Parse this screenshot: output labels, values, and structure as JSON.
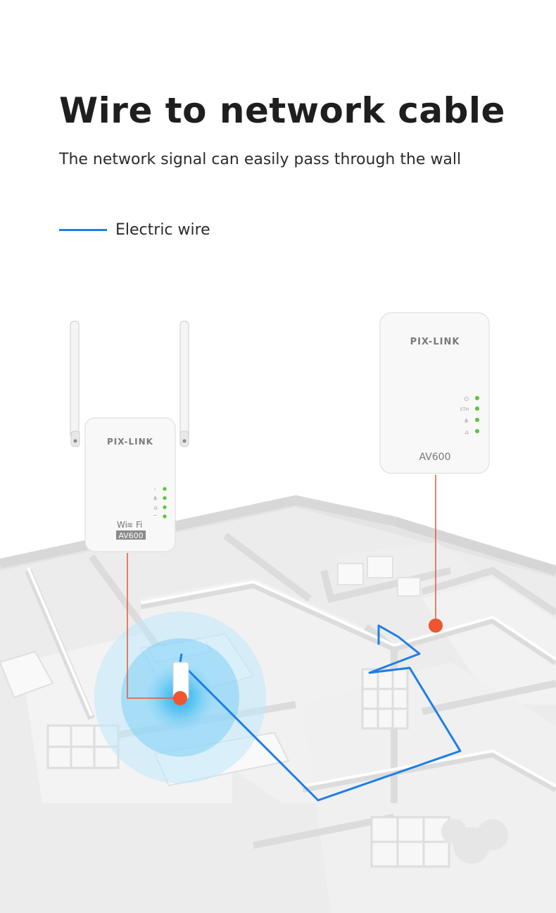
{
  "header": {
    "title": "Wire to network cable",
    "subtitle": "The network signal can easily pass through the wall"
  },
  "legend": {
    "label": "Electric wire",
    "color": "#1e7ee8"
  },
  "devices": {
    "wifi_extender": {
      "brand": "PIX-LINK",
      "wifi_text": "Wi",
      "wifi_suffix": "Fi",
      "model": "AV600"
    },
    "adapter": {
      "brand": "PIX-LINK",
      "model": "AV600"
    }
  },
  "colors": {
    "plug_marker": "#ee5530",
    "signal": "#35b8ee",
    "led": "#5ac53a",
    "wire": "#1e7ee8",
    "pointer_line": "#e05a3a"
  }
}
